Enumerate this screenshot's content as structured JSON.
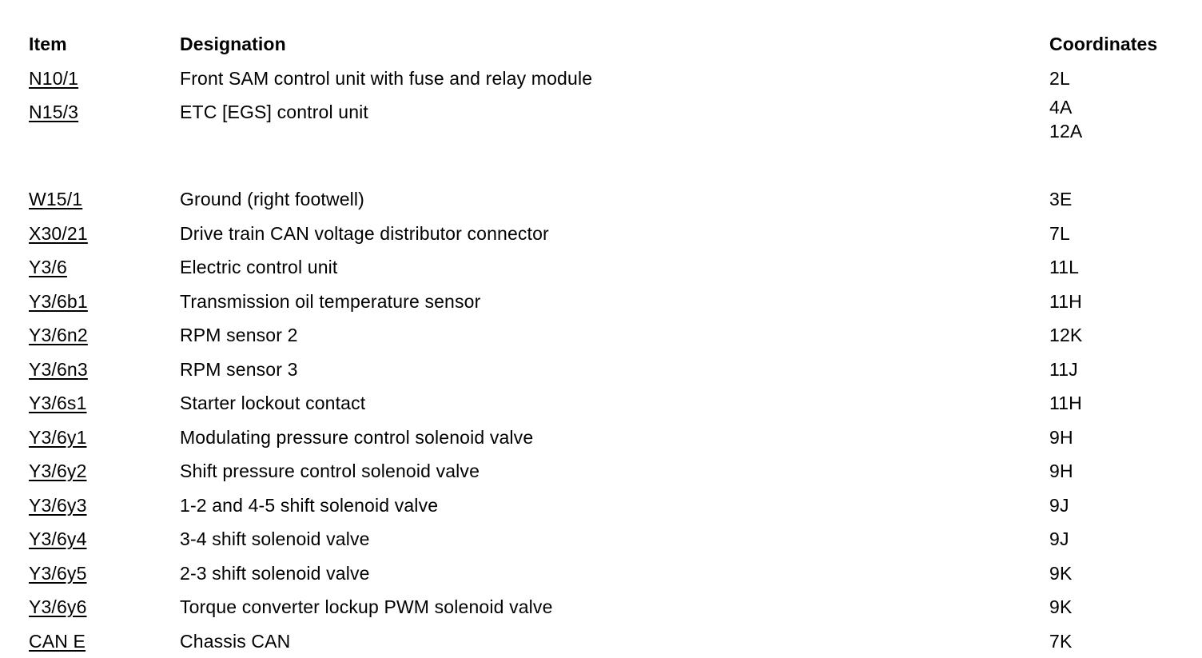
{
  "table": {
    "headers": {
      "item": "Item",
      "designation": "Designation",
      "coordinates": "Coordinates"
    },
    "rows": [
      {
        "item": "N10/1",
        "designation": "Front SAM control unit with fuse and relay module",
        "coordinates": [
          "2L"
        ]
      },
      {
        "item": "N15/3",
        "designation": "ETC [EGS] control unit",
        "coordinates": [
          "4A",
          "12A"
        ]
      },
      {
        "item": "W15/1",
        "designation": "Ground (right footwell)",
        "coordinates": [
          "3E"
        ]
      },
      {
        "item": "X30/21",
        "designation": "Drive train CAN voltage distributor connector",
        "coordinates": [
          "7L"
        ]
      },
      {
        "item": "Y3/6",
        "designation": "Electric control unit",
        "coordinates": [
          "11L"
        ]
      },
      {
        "item": "Y3/6b1",
        "designation": "Transmission oil temperature sensor",
        "coordinates": [
          "11H"
        ]
      },
      {
        "item": "Y3/6n2",
        "designation": "RPM sensor 2",
        "coordinates": [
          "12K"
        ]
      },
      {
        "item": "Y3/6n3",
        "designation": "RPM sensor 3",
        "coordinates": [
          "11J"
        ]
      },
      {
        "item": "Y3/6s1",
        "designation": "Starter lockout contact",
        "coordinates": [
          "11H"
        ]
      },
      {
        "item": "Y3/6y1",
        "designation": "Modulating pressure control solenoid valve",
        "coordinates": [
          "9H"
        ]
      },
      {
        "item": "Y3/6y2",
        "designation": "Shift pressure control solenoid valve",
        "coordinates": [
          "9H"
        ]
      },
      {
        "item": "Y3/6y3",
        "designation": "1-2 and 4-5 shift solenoid valve",
        "coordinates": [
          "9J"
        ]
      },
      {
        "item": "Y3/6y4",
        "designation": "3-4 shift solenoid valve",
        "coordinates": [
          "9J"
        ]
      },
      {
        "item": "Y3/6y5",
        "designation": "2-3 shift solenoid valve",
        "coordinates": [
          "9K"
        ]
      },
      {
        "item": "Y3/6y6",
        "designation": "Torque converter lockup PWM solenoid valve",
        "coordinates": [
          "9K"
        ]
      },
      {
        "item": "CAN E",
        "designation": "Chassis CAN",
        "coordinates": [
          "7K"
        ]
      }
    ]
  },
  "colors": {
    "page_background": "#ffffff",
    "text": "#000000"
  }
}
